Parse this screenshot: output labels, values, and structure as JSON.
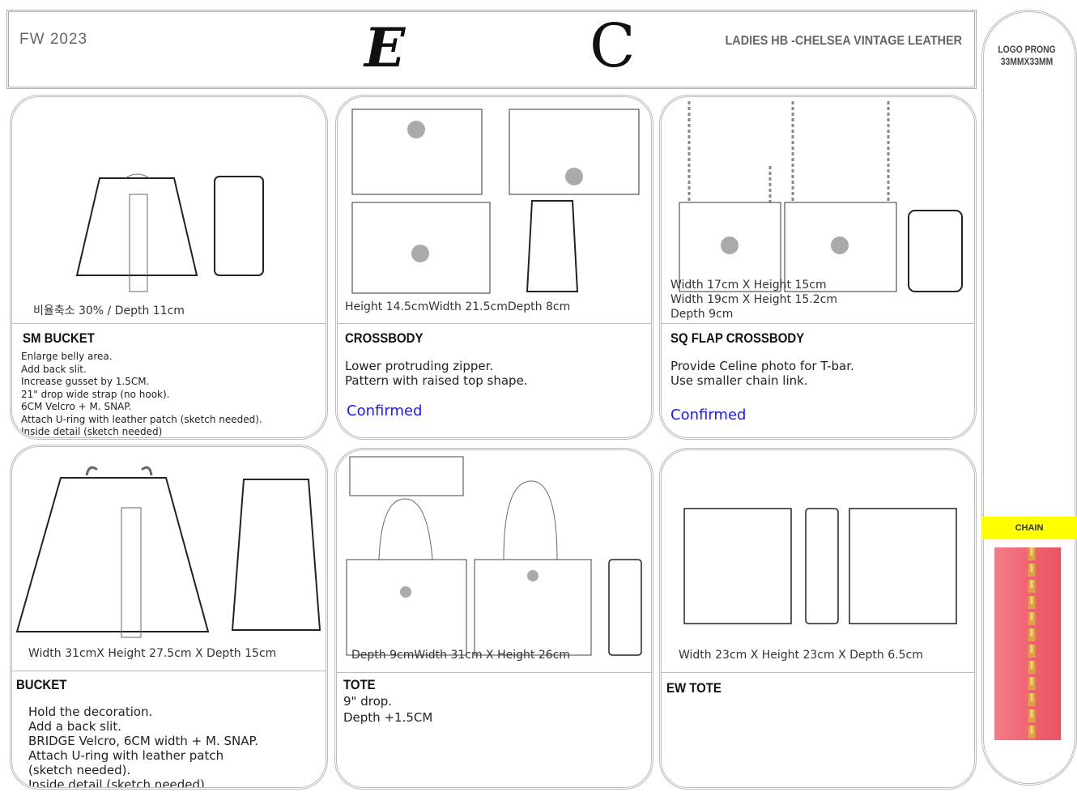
{
  "header": {
    "season": "FW 2023",
    "logo_text": "EC",
    "title": "LADIES HB -CHELSEA VINTAGE LEATHER"
  },
  "sidebar": {
    "logo_label": "LOGO PRONG",
    "logo_size": "33MMX33MM",
    "chain_label": "CHAIN"
  },
  "styles": [
    {
      "name": "SM BUCKET",
      "dimensions": "비율축소 30% / Depth 11cm",
      "notes": [
        "Enlarge belly area.",
        "Add back slit.",
        "Increase gusset by 1.5CM.",
        "21\" drop wide strap (no hook).",
        "6CM Velcro + M. SNAP.",
        "Attach U-ring with leather patch (sketch needed).",
        "Inside detail (sketch needed)"
      ]
    },
    {
      "name": "CROSSBODY",
      "dimensions": "Height 14.5cmWidth 21.5cmDepth 8cm",
      "notes": [
        "Lower protruding zipper.",
        "Pattern with raised top shape."
      ],
      "status": "Confirmed"
    },
    {
      "name": "SQ FLAP CROSSBODY",
      "dimensions": [
        "Width 17cm X Height 15cm",
        "Width 19cm X Height 15.2cm",
        "Depth 9cm"
      ],
      "notes": [
        "Provide Celine photo for T-bar.",
        "Use smaller chain link."
      ],
      "status": "Confirmed"
    },
    {
      "name": "BUCKET",
      "dimensions": "Width 31cmX Height 27.5cm X Depth 15cm",
      "notes": [
        "Hold the decoration.",
        "Add a back slit.",
        "BRIDGE Velcro, 6CM width + M. SNAP.",
        "Attach U-ring with leather patch (sketch needed).",
        "Inside detail (sketch needed)."
      ]
    },
    {
      "name": "TOTE",
      "dimensions": "Depth 9cmWidth 31cm X Height 26cm",
      "notes": [
        "9\" drop.",
        "Depth +1.5CM"
      ]
    },
    {
      "name": "EW TOTE",
      "dimensions": "Width 23cm X Height 23cm X Depth 6.5cm",
      "notes": []
    }
  ]
}
